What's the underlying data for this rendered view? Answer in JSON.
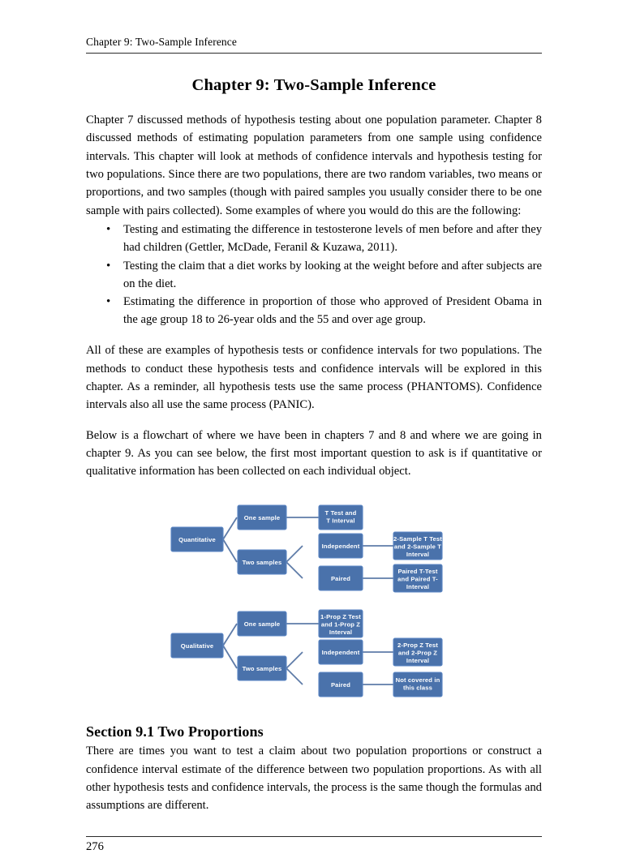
{
  "header": {
    "running_title": "Chapter 9: Two-Sample Inference"
  },
  "title": "Chapter 9: Two-Sample Inference",
  "paragraphs": {
    "intro": "Chapter 7 discussed methods of hypothesis testing about one population parameter. Chapter 8 discussed methods of estimating population parameters from one sample using confidence intervals. This chapter will look at methods of confidence intervals and hypothesis testing for two populations.  Since there are two populations, there are two random variables, two means or proportions, and two samples (though with paired samples you usually consider there to be one sample with pairs collected).  Some examples of where you would do this are the following:",
    "after_list": "All of these are examples of hypothesis tests or confidence intervals for two populations. The methods to conduct these hypothesis tests and confidence intervals will be explored in this chapter.  As a reminder, all hypothesis tests use the same process (PHANTOMS). Confidence intervals also all use the same process (PANIC).",
    "flowchart_intro": "Below is a flowchart of where we have been in chapters 7 and 8 and where we are going in chapter 9.  As you can see below, the first most important question to ask is if quantitative or qualitative information has been collected on each individual object."
  },
  "bullets": [
    "Testing and estimating the difference in testosterone levels of men before and after they had children (Gettler, McDade, Feranil & Kuzawa, 2011).",
    "Testing the claim that a diet works by looking at the weight before and after subjects are on the diet.",
    "Estimating the difference in proportion of those who approved of President Obama in the age group 18 to 26-year olds and the 55 and over age group."
  ],
  "bullet_glyph": "•",
  "flowchart": {
    "box_color": "#4a72ab",
    "border_color": "#5b86c4",
    "connector_color": "#5e7ba8",
    "quantitative": {
      "root": "Quantitative",
      "one_sample": "One sample",
      "one_sample_result": "T Test and T Interval",
      "two_samples": "Two samples",
      "independent": "Independent",
      "independent_result": "2-Sample T Test and 2-Sample T Interval",
      "paired": "Paired",
      "paired_result": "Paired T-Test and Paired T-Interval"
    },
    "qualitative": {
      "root": "Qualitative",
      "one_sample": "One sample",
      "one_sample_result": "1-Prop Z Test and 1-Prop Z Interval",
      "two_samples": "Two samples",
      "independent": "Independent",
      "independent_result": "2-Prop Z Test and 2-Prop Z Interval",
      "paired": "Paired",
      "paired_result": "Not covered in this class"
    }
  },
  "section": {
    "heading": "Section 9.1 Two Proportions",
    "body": "There are times you want to test a claim about two population proportions or construct a confidence interval estimate of the difference between two population proportions.  As with all other hypothesis tests and confidence intervals, the process is the same though the formulas and assumptions are different."
  },
  "footer": {
    "page_number": "276"
  }
}
